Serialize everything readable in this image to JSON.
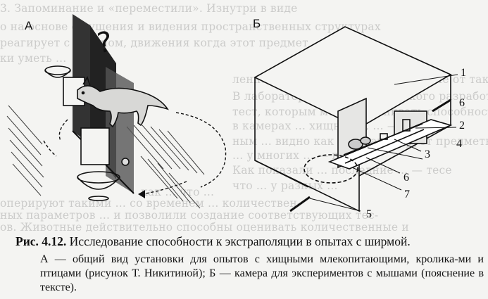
{
  "bleed_through": [
    "3. Запоминание и «переместили». Изнутри в виде",
    "о на основе ощущения и видения пространственных структурах",
    "реагирует с экраном, движения когда этот предмет ...",
    "ки уметь ...",
    "ленность (A. Wrangel) и — в отличие от таких ...",
    "В лаборатории Л. В. Крушинского разработан ... тест",
    "тест, которым можно оценивать способность ...",
    "в камерах ... хищными, ... — в таких",
    "ным ... видно как экстраполирует предметы",
    "... у многих ... — в таком",
    "Как показали ... последние ... — тесе",
    "что ... у разных ...",
    "как ... что ...",
    "оперируют такими ... со временем ... количествен-",
    "ных параметров ... и позволили создание соответствующих тес-",
    "ов. Животные действительно способны оценивать количественные и"
  ],
  "panels": {
    "a": "А",
    "b": "Б"
  },
  "question_mark": "?",
  "callouts": [
    "1",
    "2",
    "3",
    "4",
    "5",
    "6",
    "6",
    "7"
  ],
  "caption": {
    "label": "Рис. 4.12.",
    "title": "Исследование способности к экстраполяции в опытах с ширмой.",
    "body": "А — общий вид установки для опытов с хищными млекопитающими, кролика-ми и птицами (рисунок Т. Никитиной); Б — камера для экспериментов с мышами (пояснение в тексте)."
  },
  "icons": [
    "fox-icon",
    "feeding-bowl-icon",
    "screen-panel-icon",
    "experiment-chamber-icon"
  ]
}
